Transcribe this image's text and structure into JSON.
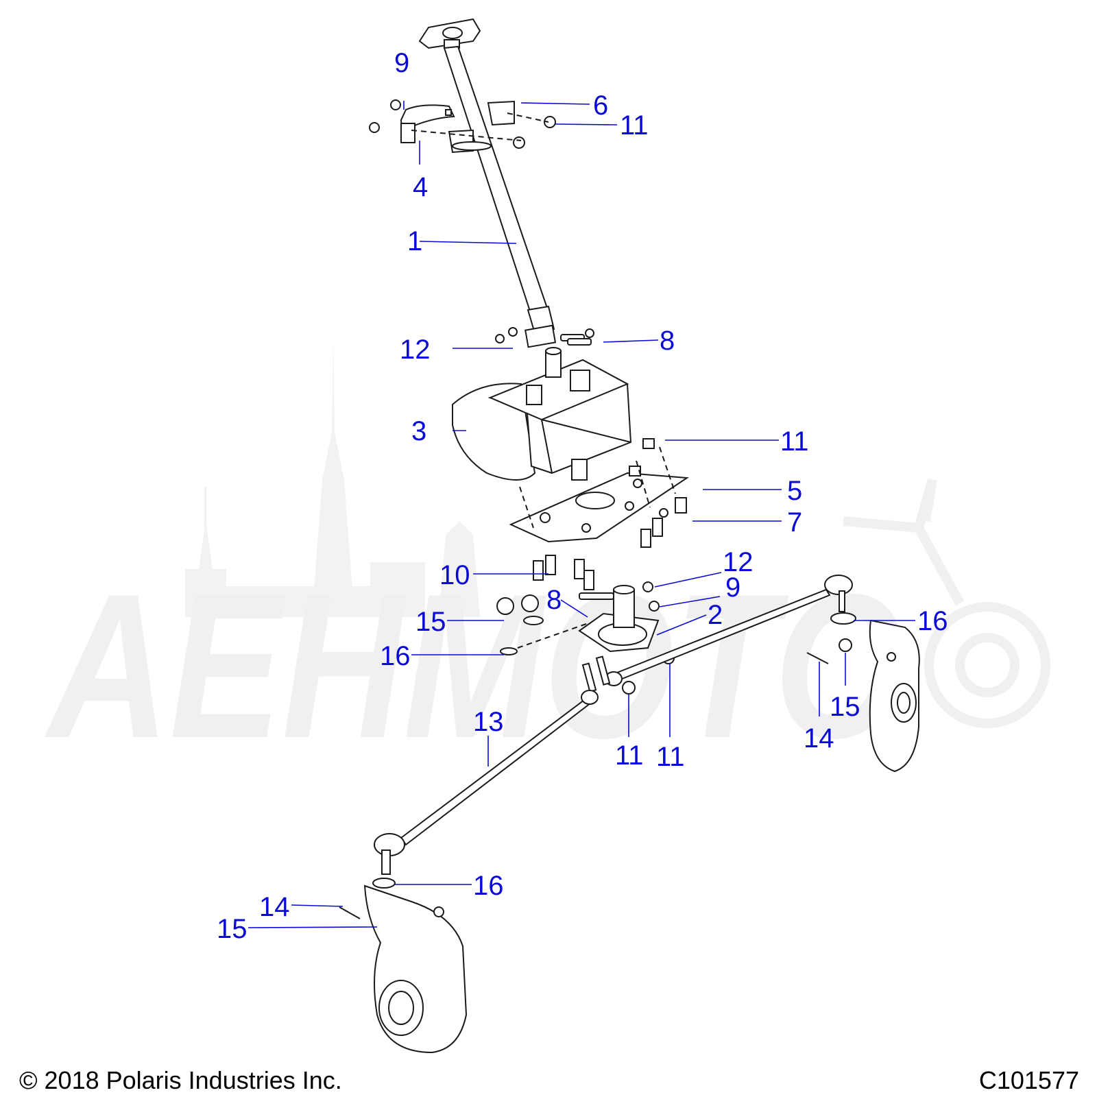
{
  "diagram": {
    "watermark_text": "AEHMOTO",
    "callouts": [
      {
        "id": "c1a",
        "label": "1"
      },
      {
        "id": "c2a",
        "label": "2"
      },
      {
        "id": "c3a",
        "label": "3"
      },
      {
        "id": "c4a",
        "label": "4"
      },
      {
        "id": "c5a",
        "label": "5"
      },
      {
        "id": "c6a",
        "label": "6"
      },
      {
        "id": "c7a",
        "label": "7"
      },
      {
        "id": "c8a",
        "label": "8"
      },
      {
        "id": "c8b",
        "label": "8"
      },
      {
        "id": "c9a",
        "label": "9"
      },
      {
        "id": "c9b",
        "label": "9"
      },
      {
        "id": "c10a",
        "label": "10"
      },
      {
        "id": "c11a",
        "label": "11"
      },
      {
        "id": "c11b",
        "label": "11"
      },
      {
        "id": "c11c",
        "label": "11"
      },
      {
        "id": "c11d",
        "label": "11"
      },
      {
        "id": "c12a",
        "label": "12"
      },
      {
        "id": "c12b",
        "label": "12"
      },
      {
        "id": "c13a",
        "label": "13"
      },
      {
        "id": "c14a",
        "label": "14"
      },
      {
        "id": "c14b",
        "label": "14"
      },
      {
        "id": "c15a",
        "label": "15"
      },
      {
        "id": "c15b",
        "label": "15"
      },
      {
        "id": "c15c",
        "label": "15"
      },
      {
        "id": "c16a",
        "label": "16"
      },
      {
        "id": "c16b",
        "label": "16"
      },
      {
        "id": "c16c",
        "label": "16"
      }
    ]
  },
  "footer": {
    "copyright": "© 2018 Polaris Industries Inc.",
    "drawing_id": "C101577"
  },
  "colors": {
    "callout": "#0a0ad6",
    "line_art": "#1a1a1a",
    "watermark": "#f0f0f0"
  }
}
